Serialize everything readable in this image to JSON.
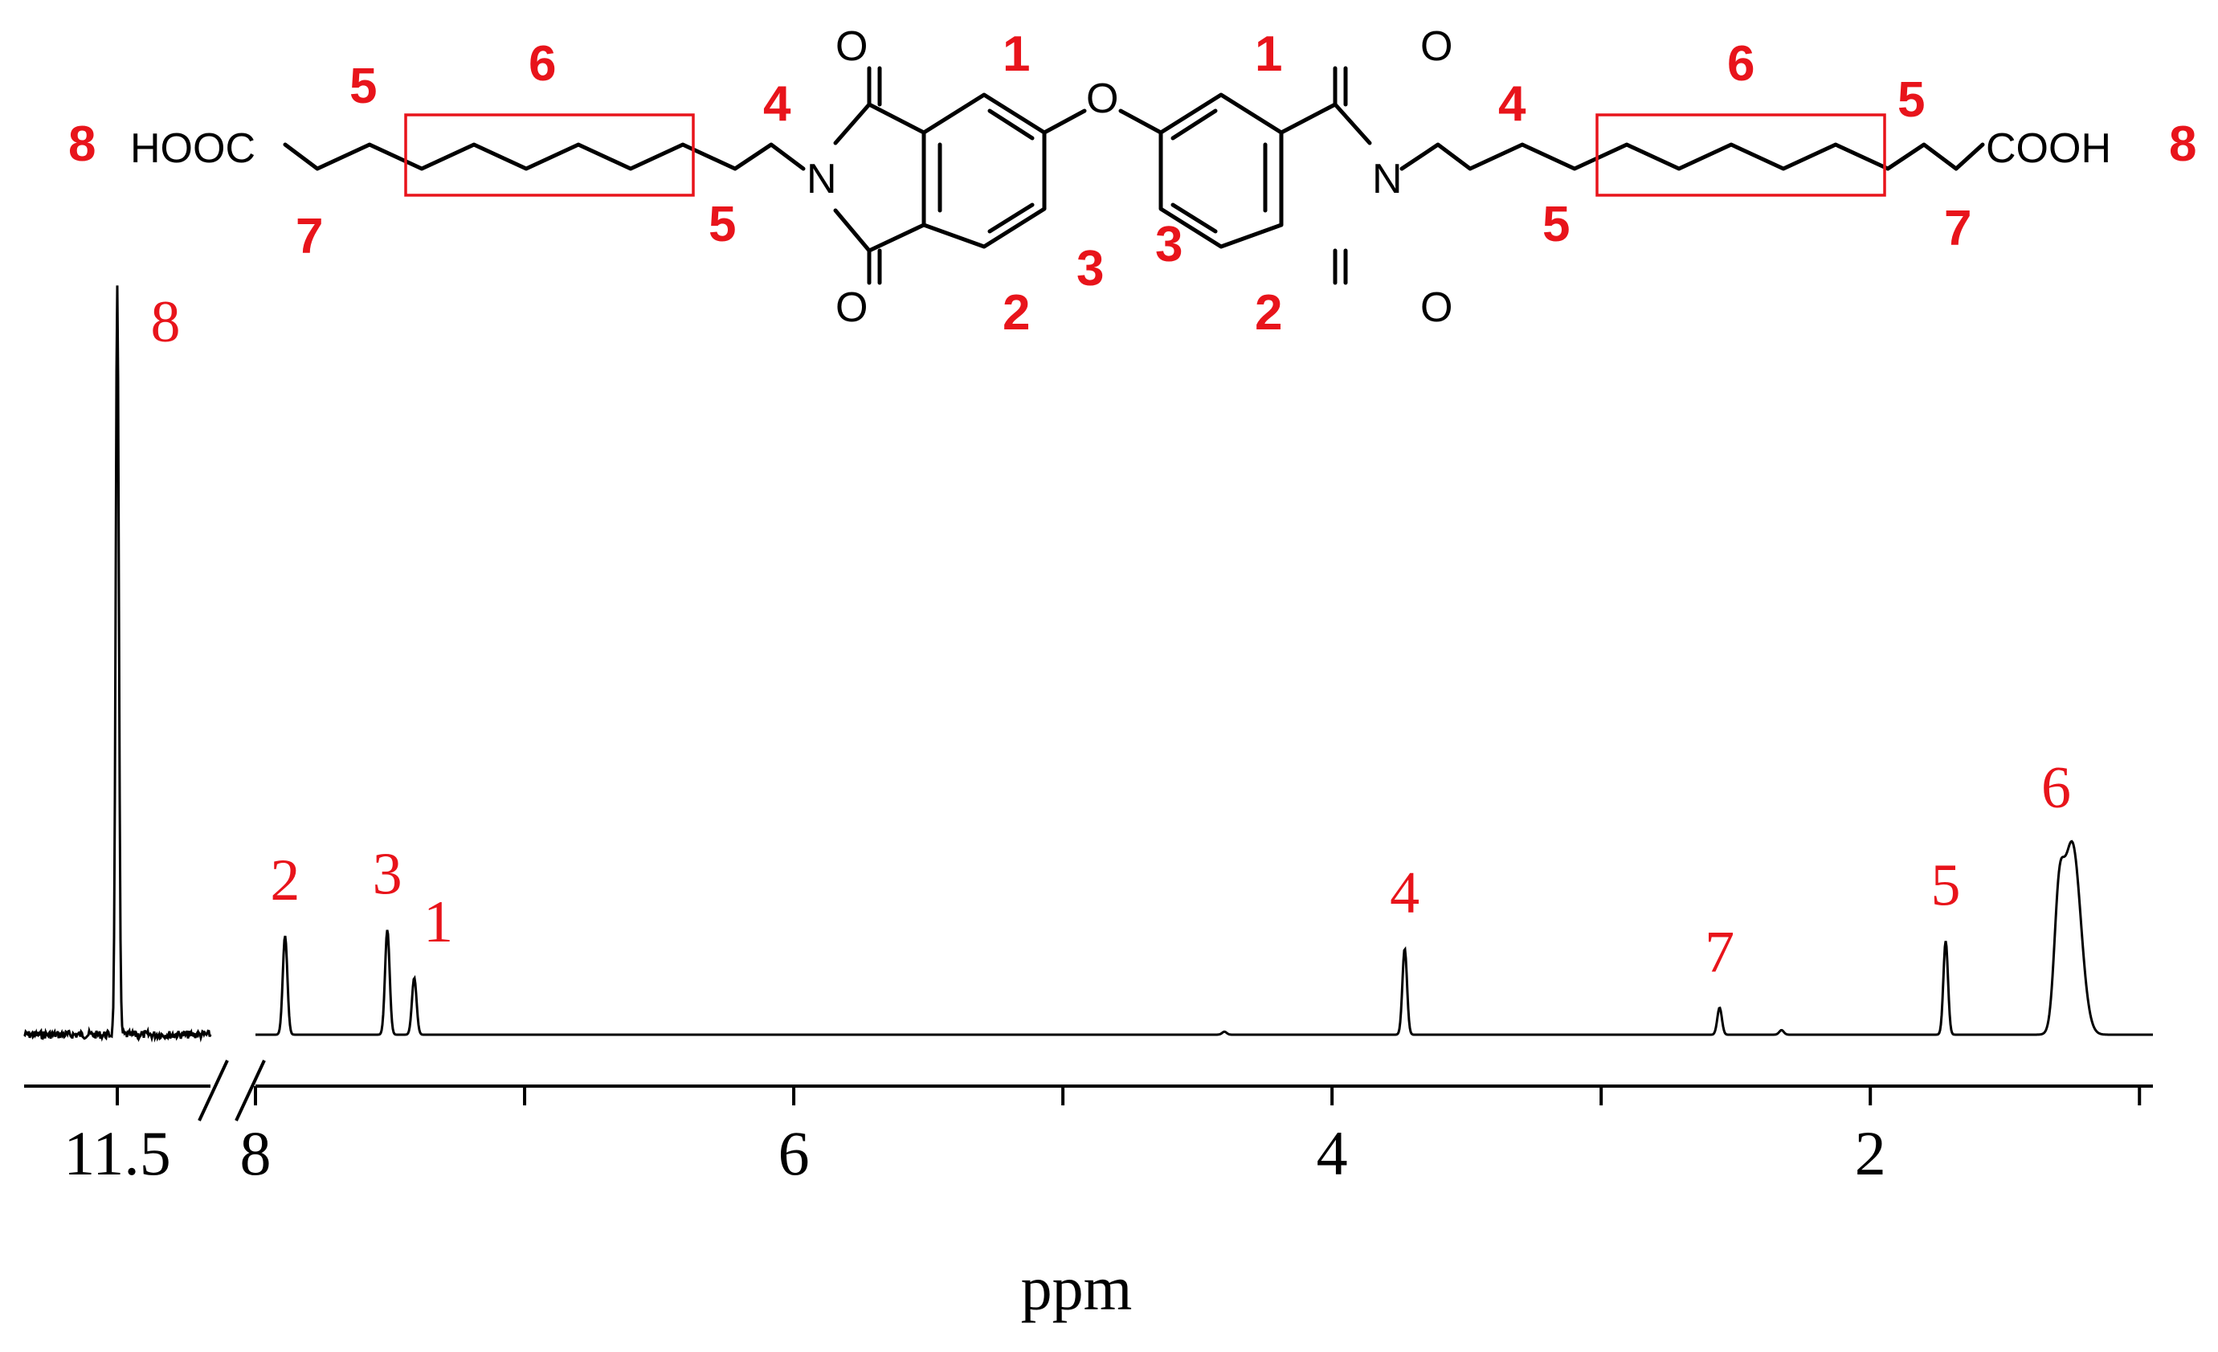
{
  "structure": {
    "left_end_group": "HOOC",
    "right_end_group": "COOH",
    "nitrogen": "N",
    "oxygen": "O",
    "proton_labels": {
      "h1": "1",
      "h2": "2",
      "h3": "3",
      "h4": "4",
      "h5": "5",
      "h6": "6",
      "h7": "7",
      "h8": "8"
    }
  },
  "chart_data": {
    "type": "line",
    "title": "",
    "xlabel": "ppm",
    "ylabel": "",
    "axis": {
      "reversed": true,
      "broken": true,
      "segments": [
        {
          "xlim": [
            11.75,
            11.25
          ],
          "ticks": [
            11.5
          ],
          "tick_labels": [
            "11.5"
          ]
        },
        {
          "xlim": [
            8.0,
            0.95
          ],
          "ticks": [
            8,
            7,
            6,
            5,
            4,
            3,
            2,
            1
          ],
          "tick_labels": [
            "8",
            "",
            "6",
            "",
            "4",
            "",
            "2",
            ""
          ]
        }
      ]
    },
    "baseline_noise_region": [
      11.75,
      11.25
    ],
    "peaks": [
      {
        "label": "8",
        "ppm": 11.5,
        "intensity": 1.0
      },
      {
        "label": "2",
        "ppm": 7.89,
        "intensity": 0.132
      },
      {
        "label": "3",
        "ppm": 7.51,
        "intensity": 0.14
      },
      {
        "label": "1",
        "ppm": 7.41,
        "intensity": 0.076
      },
      {
        "label": "4",
        "ppm": 3.73,
        "intensity": 0.115
      },
      {
        "label": "7",
        "ppm": 2.56,
        "intensity": 0.036
      },
      {
        "label": "5",
        "ppm": 1.72,
        "intensity": 0.125
      },
      {
        "label": "6",
        "ppm": 1.25,
        "intensity": 0.255
      }
    ],
    "minor_peaks": [
      {
        "ppm": 4.4,
        "intensity": 0.004
      },
      {
        "ppm": 2.33,
        "intensity": 0.006
      }
    ],
    "colors": {
      "spectrum": "#000000",
      "labels": "#e8141b",
      "box": "#e8141b"
    }
  }
}
